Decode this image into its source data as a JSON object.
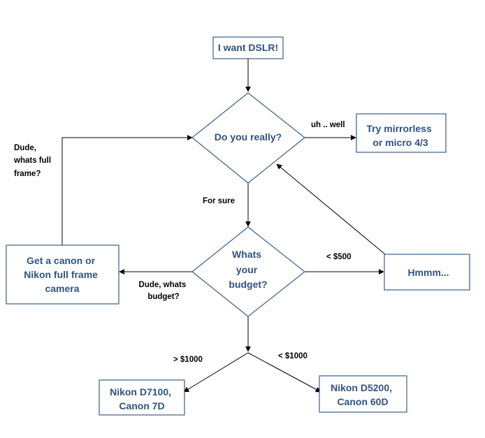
{
  "colors": {
    "node_text": "#2F5380",
    "node_border": "#385D8A",
    "edge_line": "#000000",
    "edge_text": "#000000",
    "background": "#FFFFFF"
  },
  "nodes": {
    "start": {
      "lines": [
        "I want DSLR!"
      ]
    },
    "really": {
      "lines": [
        "Do you really?"
      ]
    },
    "mirrorless": {
      "lines": [
        "Try mirrorless",
        "or micro 4/3"
      ]
    },
    "budget": {
      "lines": [
        "Whats",
        "your",
        "budget?"
      ]
    },
    "fullframe": {
      "lines": [
        "Get a canon or",
        "Nikon full frame",
        "camera"
      ]
    },
    "hmmm": {
      "lines": [
        "Hmmm..."
      ]
    },
    "high": {
      "lines": [
        "Nikon D7100,",
        "Canon 7D"
      ]
    },
    "low": {
      "lines": [
        "Nikon D5200,",
        "Canon 60D"
      ]
    }
  },
  "edge_labels": {
    "uh_well": [
      "uh .. well"
    ],
    "for_sure": [
      "For sure"
    ],
    "dude_fullframe": [
      "Dude,",
      "whats full",
      "frame?"
    ],
    "lt500": [
      "< $500"
    ],
    "dude_budget": [
      "Dude, whats",
      "budget?"
    ],
    "gt1000": [
      "> $1000"
    ],
    "lt1000": [
      "< $1000"
    ]
  }
}
